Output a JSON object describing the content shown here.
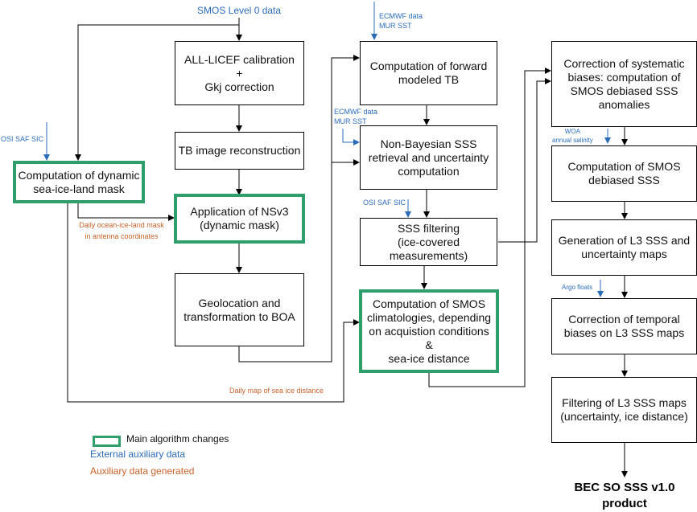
{
  "nodes": {
    "calibration": "ALL-LICEF calibration\n+\nGkj correction",
    "tb_reconstruction": "TB image reconstruction",
    "nsv3": "Application of NSv3\n(dynamic mask)",
    "geolocation": "Geolocation and\ntransformation to BOA",
    "dynamic_mask": "Computation of dynamic\nsea-ice-land mask",
    "forward_tb": "Computation of forward\nmodeled TB",
    "non_bayesian": "Non-Bayesian SSS\nretrieval and uncertainty\ncomputation",
    "sss_filtering": "SSS filtering\n(ice-covered\nmeasurements)",
    "climatologies": "Computation of SMOS\nclimatologies, depending\non acquistion conditions &\nsea-ice distance",
    "systematic_biases": "Correction of systematic\nbiases: computation of\nSMOS debiased SSS\nanomalies",
    "debiased_sss": "Computation of SMOS\ndebiased SSS",
    "l3_generation": "Generation of L3 SSS and\nuncertainty maps",
    "temporal_biases": "Correction of temporal\nbiases on L3 SSS maps",
    "l3_filtering": "Filtering of L3 SSS maps\n(uncertainty, ice distance)"
  },
  "final_product": "BEC SO SSS v1.0\nproduct",
  "external_inputs": {
    "smos_l0": "SMOS Level 0 data",
    "ecmwf_mur_1": "ECMWF data\n   MUR SST",
    "ecmwf_mur_2": "ECMWF data\nMUR SST",
    "osi_saf_1": "OSI SAF SIC",
    "osi_saf_2": "OSI SAF SIC",
    "woa": "WOA\nannual salinity",
    "argo": "Argo floats"
  },
  "generated_data": {
    "ocean_ice_land_mask": "Daily ocean-ice-land mask\nin antenna coordinates",
    "sea_ice_distance": "Daily map of sea ice distance"
  },
  "legend": {
    "main_changes": "Main algorithm changes",
    "external": "External auxiliary data",
    "generated": "Auxiliary data generated"
  },
  "colors": {
    "highlight_green": "#2e9e6b",
    "external_blue": "#2b6cb8",
    "generated_orange": "#c8622b"
  }
}
